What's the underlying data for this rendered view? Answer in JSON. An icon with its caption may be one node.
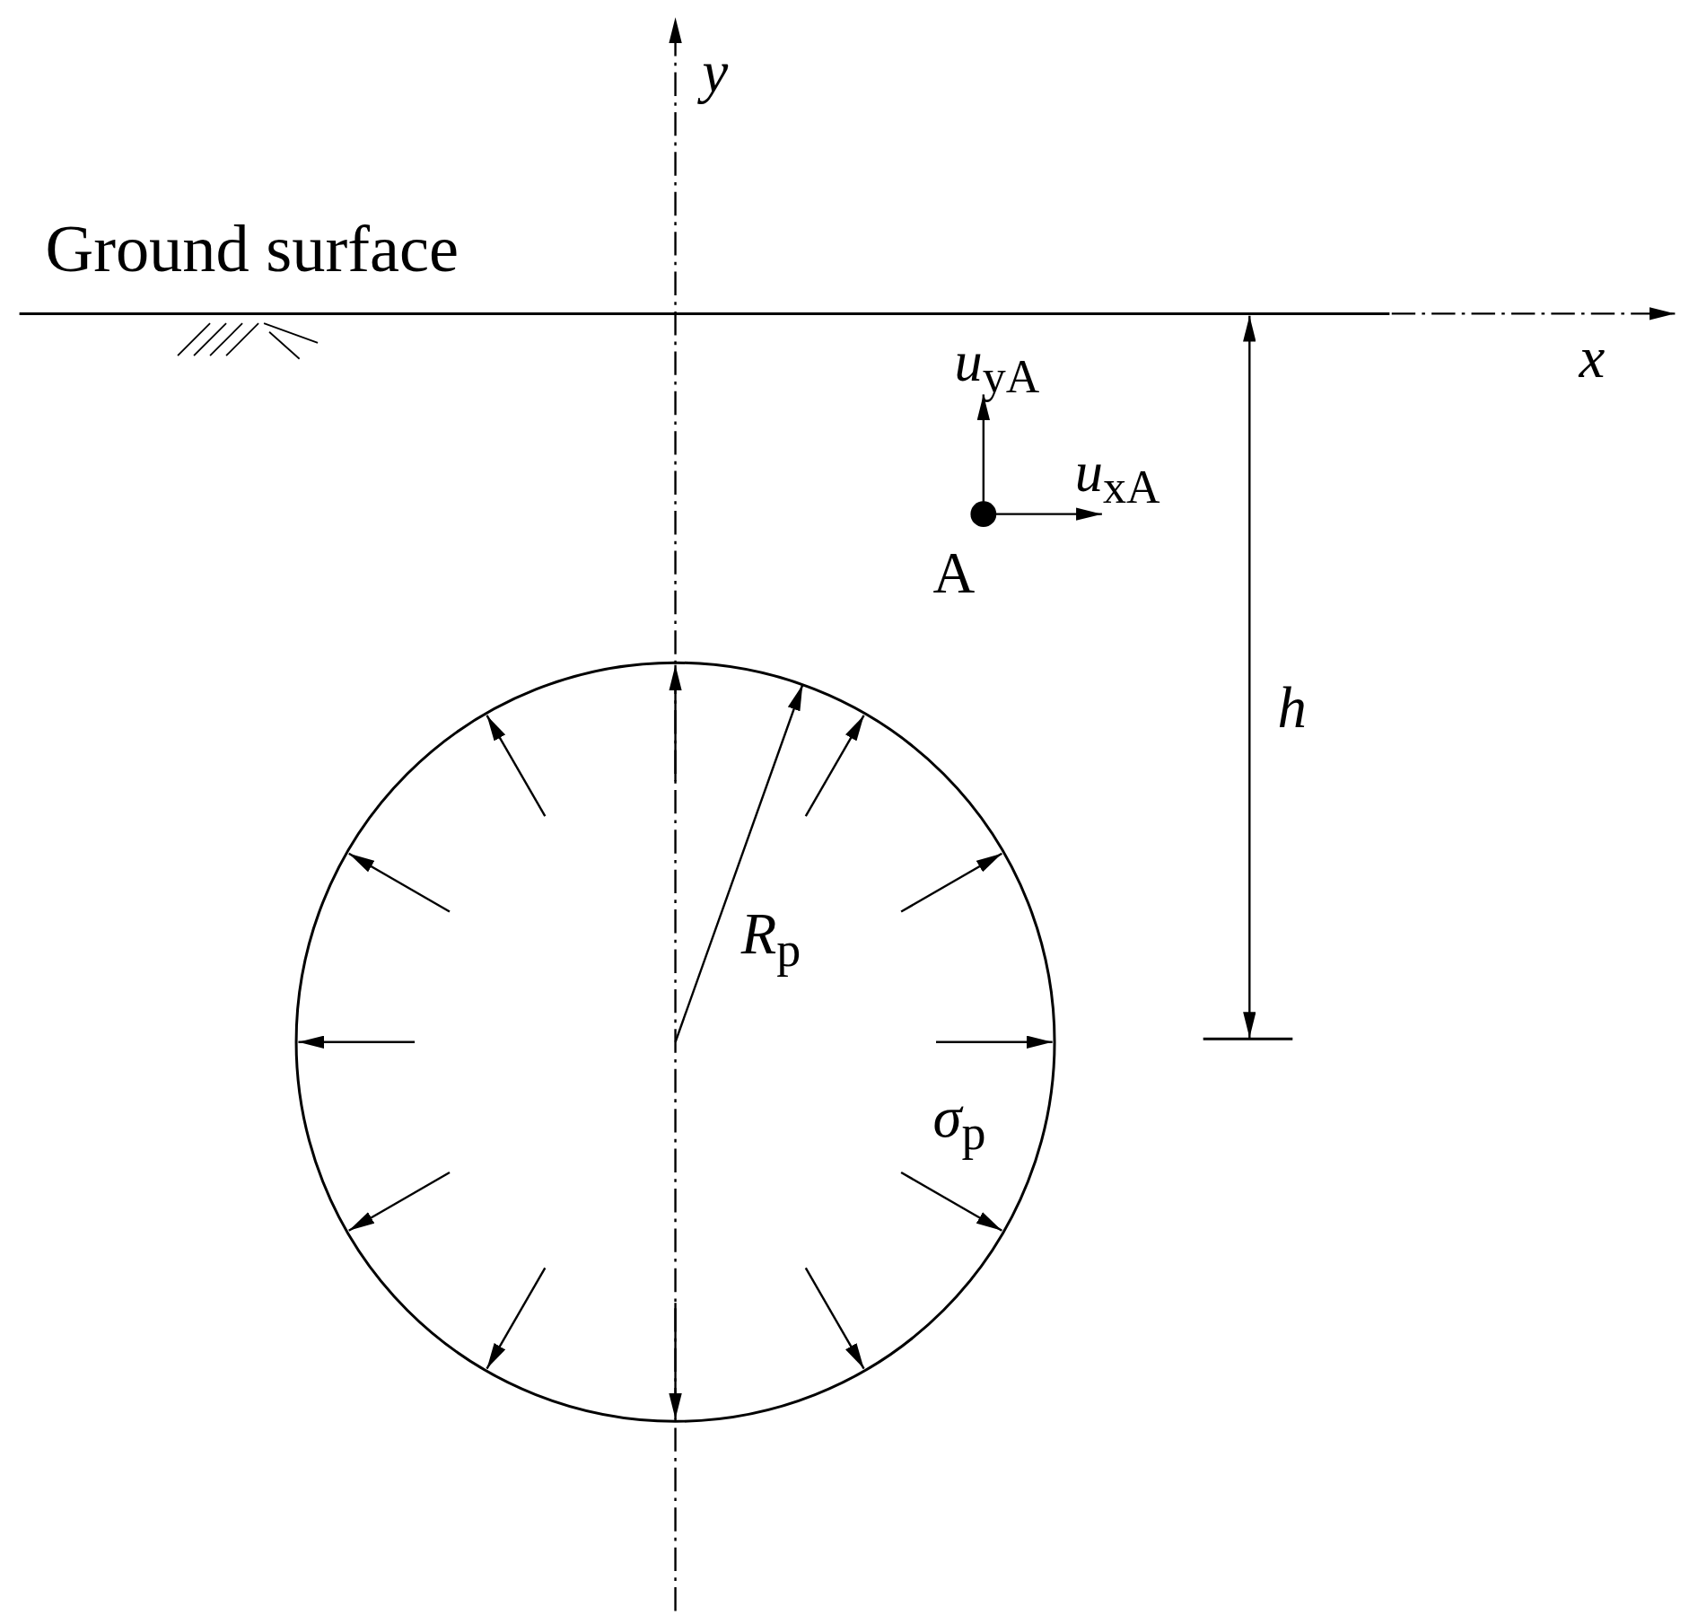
{
  "diagram": {
    "labels": [
      "y",
      "Ground surface",
      "*u*$_{yA}$",
      "x",
      "*u*$_{xA}$",
      "A",
      "h",
      "*R*$_{p}$",
      "*σ*$_{p}$"
    ]
  }
}
